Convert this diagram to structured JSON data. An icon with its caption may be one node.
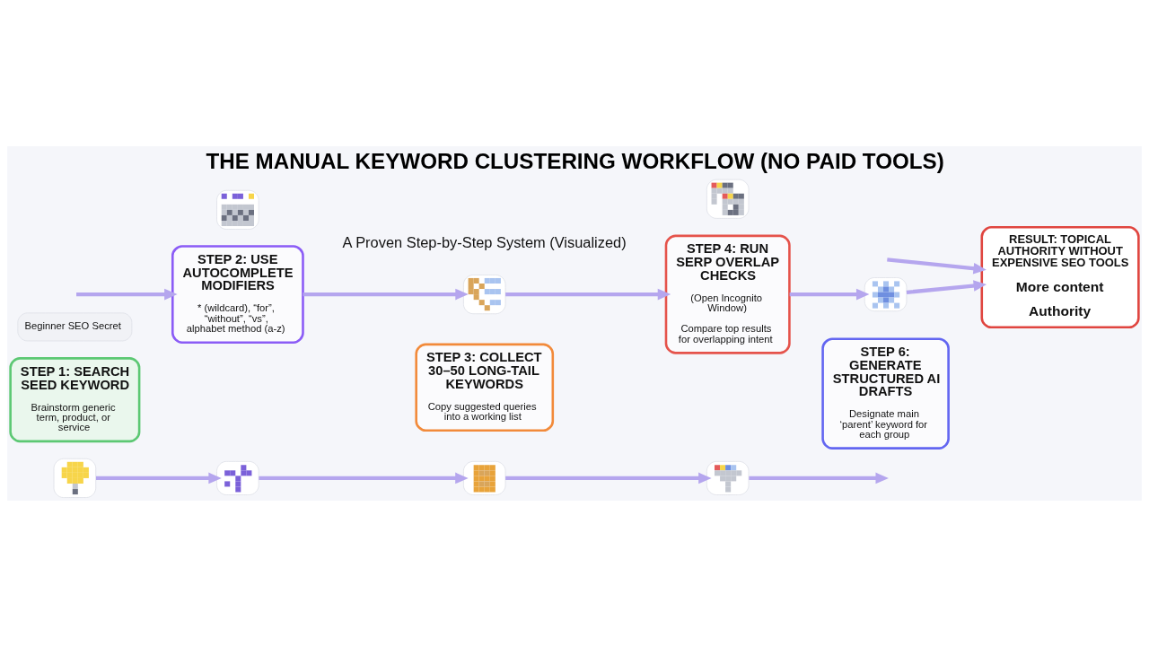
{
  "diagram": {
    "title": "THE MANUAL KEYWORD CLUSTERING WORKFLOW (NO PAID TOOLS)",
    "nodes": [
      {
        "text": [],
        "shape": "picture"
      },
      {
        "text": [],
        "shape": "picture"
      },
      {
        "text": [],
        "shape": "picture"
      },
      {
        "text": [],
        "shape": "picture"
      },
      {
        "text": [
          "Beginner SEO Secret"
        ]
      },
      {
        "text": [
          "STEP 1: SEARCH SEED KEYWORD",
          "Brainstorm generic term, product, or service"
        ]
      },
      {
        "text": [
          "STEP 2: USE AUTOCOMPLETE MODIFIERS",
          "* (wildcard), “for”, “without”, “vs”, alphabet method (a-z)"
        ]
      },
      {
        "text": [
          "STEP 3: COLLECT 30–50 LONG-TAIL KEYWORDS",
          "Copy suggested queries into a working list"
        ]
      },
      {
        "text": [
          "STEP 4: RUN SERP OVERLAP CHECKS",
          "(Open Incognito Window)",
          "Compare top results for overlapping intent"
        ]
      },
      {
        "text": [
          "STEP 6: GENERATE STRUCTURED AI DRAFTS",
          "Designate main ‘parent’ keyword for each group"
        ]
      },
      {
        "text": [
          "RESULT: TOPICAL AUTHORITY WITHOUT EXPENSIVE SEO TOOLS",
          "More content",
          "Authority"
        ]
      },
      {
        "text": [],
        "shape": "picture"
      },
      {
        "text": [],
        "shape": "picture"
      },
      {
        "text": [],
        "shape": "picture"
      },
      {
        "text": [],
        "shape": "picture"
      }
    ],
    "edges": [
      {
        "from": null,
        "to": 6,
        "arrow": "to"
      },
      {
        "from": 6,
        "to": 1,
        "arrow": "to"
      },
      {
        "from": 1,
        "to": 8,
        "arrow": "to"
      },
      {
        "from": 8,
        "to": 3,
        "arrow": "to"
      },
      {
        "from": 3,
        "to": 10,
        "arrow": "to"
      },
      {
        "from": 11,
        "to": 12,
        "arrow": "to"
      },
      {
        "from": 12,
        "to": 13,
        "arrow": "to"
      },
      {
        "from": 13,
        "to": 14,
        "arrow": "to"
      },
      {
        "from": 14,
        "to": null,
        "arrow": "to"
      },
      {
        "from": null,
        "to": 10,
        "arrow": "to"
      }
    ],
    "labels": [
      "A Proven Step-by-Step System (Visualized)"
    ]
  }
}
